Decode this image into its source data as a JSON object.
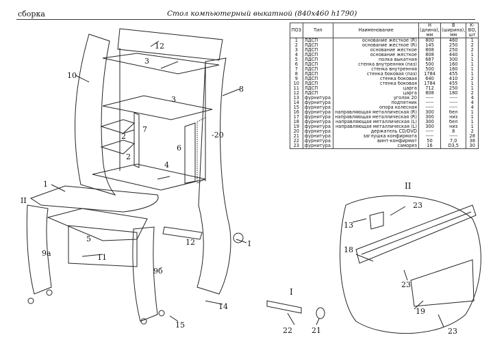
{
  "header": {
    "left": "сборка",
    "title": "Стол компьютерный выкатной (840х460 h1790)"
  },
  "table": {
    "headers": [
      "ПОЗ",
      "Тип",
      "Наименование",
      "H (длина), мм",
      "B (ширина), мм",
      "К-ВО, шт"
    ],
    "rows": [
      [
        "1",
        "ЛДСП",
        "основание жёсткое (R)",
        "800",
        "460",
        "1"
      ],
      [
        "2",
        "ЛДСП",
        "основание жёсткое (R)",
        "145",
        "250",
        "2"
      ],
      [
        "3",
        "ЛДСП",
        "основание жёсткое",
        "808",
        "250",
        "2"
      ],
      [
        "4",
        "ЛДСП",
        "основание жёсткое",
        "808",
        "440",
        "1"
      ],
      [
        "5",
        "ЛДСП",
        "полка выкатная",
        "687",
        "300",
        "1"
      ],
      [
        "6",
        "ЛДСП",
        "стенка внутренняя (паз)",
        "500",
        "160",
        "1"
      ],
      [
        "7",
        "ЛДСП",
        "стенка внутренняя",
        "500",
        "160",
        "1"
      ],
      [
        "8",
        "ЛДСП",
        "стенка боковая (паз)",
        "1784",
        "455",
        "1"
      ],
      [
        "9",
        "ЛДСП",
        "стенка боковая",
        "640",
        "410",
        "2"
      ],
      [
        "10",
        "ЛДСП",
        "стенка боковая",
        "1784",
        "455",
        "1"
      ],
      [
        "11",
        "ЛДСП",
        "царга",
        "712",
        "250",
        "1"
      ],
      [
        "12",
        "ЛДСП",
        "царга",
        "808",
        "180",
        "2"
      ],
      [
        "13",
        "фурнитура",
        "уголок 20",
        "-----",
        "-----",
        "4"
      ],
      [
        "14",
        "фурнитура",
        "подпятник",
        "-----",
        "-----",
        "4"
      ],
      [
        "15",
        "фурнитура",
        "опора колёсная",
        "-----",
        "-----",
        "4"
      ],
      [
        "16",
        "фурнитура",
        "направляющая металлическая (R)",
        "300",
        "бел",
        "1"
      ],
      [
        "17",
        "фурнитура",
        "направляющая металлическая (R)",
        "300",
        "низ",
        "1"
      ],
      [
        "18",
        "фурнитура",
        "направляющая металлическая (L)",
        "300",
        "бел",
        "1"
      ],
      [
        "19",
        "фурнитура",
        "направляющая металлическая (L)",
        "300",
        "низ",
        "1"
      ],
      [
        "20",
        "фурнитура",
        "держатель CD/DVD",
        "-----",
        "8",
        "2"
      ],
      [
        "21",
        "фурнитура",
        "заглушка конфирмата",
        "-----",
        "-----",
        "28"
      ],
      [
        "22",
        "фурнитура",
        "винт-конфирмат",
        "50",
        "7,0",
        "38"
      ],
      [
        "23",
        "фурнитура",
        "саморез",
        "16",
        "D3,5",
        "30"
      ]
    ]
  },
  "labels": {
    "p1": "1",
    "p2a": "2",
    "p2b": "2",
    "p3a": "3",
    "p3b": "3",
    "p4": "4",
    "p5": "5",
    "p6": "6",
    "p7": "7",
    "p8": "8",
    "p9a": "9а",
    "p9b": "9б",
    "p10": "10",
    "p11": "11",
    "p12a": "12",
    "p12b": "12",
    "p14": "14",
    "p15": "15",
    "p20": "-20",
    "ref_II": "II",
    "ref_I": "I",
    "detail_II": "II",
    "detail_I": "I",
    "d13": "13",
    "d18": "18",
    "d19": "19",
    "d23a": "23",
    "d23b": "23",
    "d23c": "23",
    "d22": "22",
    "d21": "21"
  }
}
